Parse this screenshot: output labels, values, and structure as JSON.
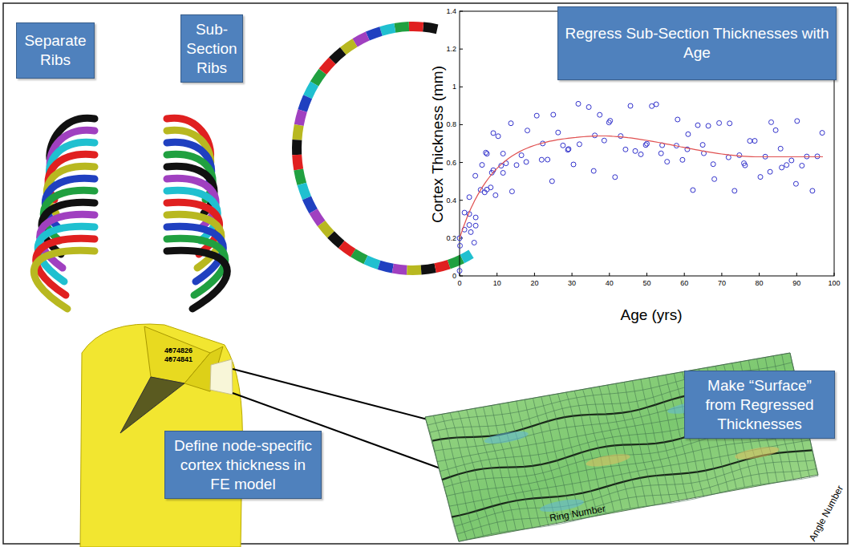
{
  "diagram": {
    "nodes": [
      {
        "text": [
          "Separate Ribs"
        ]
      },
      {
        "text": [
          "Sub-Section Ribs"
        ]
      },
      {
        "text": [
          "Regress Sub-Section Thicknesses with Age"
        ]
      },
      {
        "text": [
          "Make “Surface” from Regressed Thicknesses"
        ]
      },
      {
        "text": [
          "Define node-specific cortex thickness in FE model"
        ]
      }
    ],
    "labels": [
      "0",
      "0.2",
      "0.4",
      "0.6",
      "0.8",
      "1",
      "1.2",
      "1.4",
      "0",
      "10",
      "20",
      "30",
      "40",
      "50",
      "60",
      "70",
      "80",
      "90",
      "100",
      "Cortex Thickness (mm)",
      "Age (yrs)",
      "4074826",
      "4074841",
      "Ring Number",
      "Angle Number"
    ]
  }
}
